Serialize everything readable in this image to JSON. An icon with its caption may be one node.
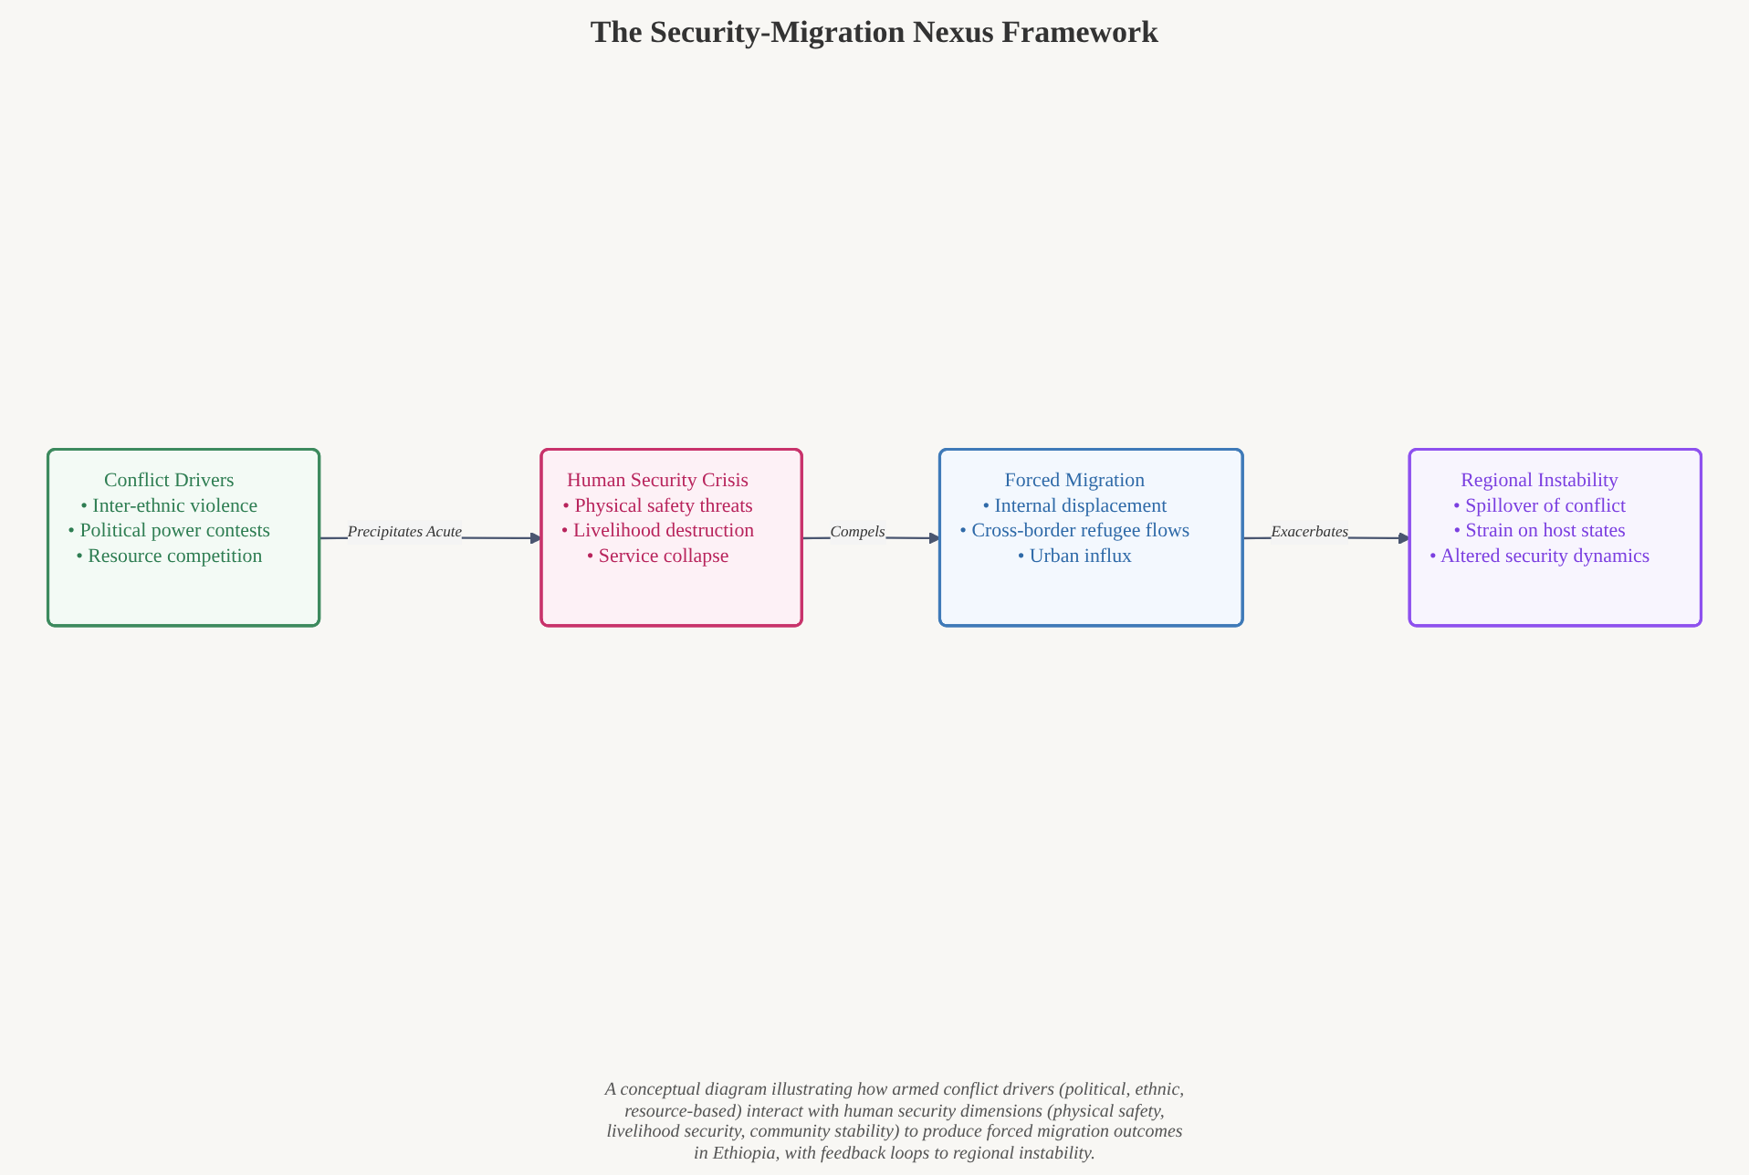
{
  "diagram": {
    "title": "The Security-Migration Nexus Framework",
    "nodes": [
      {
        "text": [
          "Conflict Drivers",
          "• Inter-ethnic violence",
          "• Political power contests",
          "• Resource competition"
        ]
      },
      {
        "text": [
          "Human Security Crisis",
          "• Physical safety threats",
          "• Livelihood destruction",
          "• Service collapse"
        ]
      },
      {
        "text": [
          "Forced Migration",
          "• Internal displacement",
          "• Cross-border refugee flows",
          "• Urban influx"
        ]
      },
      {
        "text": [
          "Regional Instability",
          "• Spillover of conflict",
          "• Strain on host states",
          "• Altered security dynamics"
        ]
      }
    ],
    "edges": [
      {
        "from": 0,
        "to": 1,
        "arrow": "to",
        "label": "Precipitates Acute"
      },
      {
        "from": 1,
        "to": 2,
        "arrow": "to",
        "label": "Compels"
      },
      {
        "from": 2,
        "to": 3,
        "arrow": "to",
        "label": "Exacerbates"
      }
    ],
    "caption": "A conceptual diagram illustrating how armed conflict drivers (political, ethnic, resource-based) interact with human security dimensions (physical safety, livelihood security, community stability) to produce forced migration outcomes in Ethiopia, with feedback loops to regional instability."
  }
}
